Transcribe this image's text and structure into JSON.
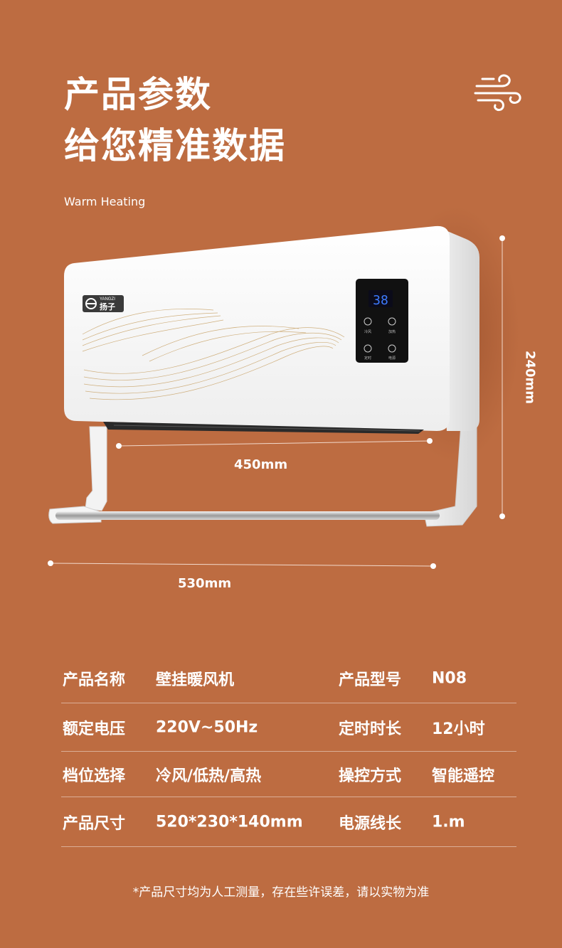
{
  "header": {
    "title_line1": "产品参数",
    "title_line2": "给您精准数据",
    "subtitle": "Warm Heating"
  },
  "product": {
    "brand_latin": "YANGZI",
    "brand_cn": "扬子",
    "display_value": "38",
    "button_labels": [
      "冷风",
      "加热",
      "定时",
      "电源"
    ]
  },
  "dimensions": {
    "outlet_width": "450mm",
    "total_width": "530mm",
    "height": "240mm"
  },
  "specs": [
    {
      "label1": "产品名称",
      "value1": "壁挂暖风机",
      "label2": "产品型号",
      "value2": "N08"
    },
    {
      "label1": "额定电压",
      "value1": "220V~50Hz",
      "label2": "定时时长",
      "value2": "12小时"
    },
    {
      "label1": "档位选择",
      "value1": "冷风/低热/高热",
      "label2": "操控方式",
      "value2": "智能遥控"
    },
    {
      "label1": "产品尺寸",
      "value1": "520*230*140mm",
      "label2": "电源线长",
      "value2": "1.m"
    }
  ],
  "footer": {
    "note": "*产品尺寸均为人工测量，存在些许误差，请以实物为准"
  },
  "colors": {
    "background": "#bd6c41",
    "text": "#ffffff",
    "display": "#3d7bff",
    "wave": "#c9a46a"
  }
}
